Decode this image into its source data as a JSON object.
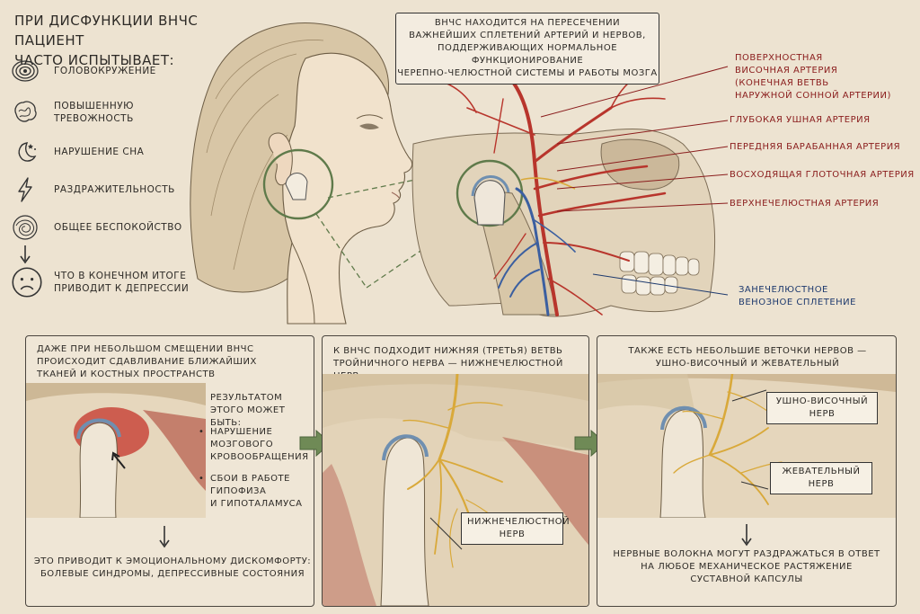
{
  "header": {
    "line1": "При дисфункции ВНЧС пациент",
    "line2": "часто испытывает:"
  },
  "symptoms": [
    {
      "icon": "spiral-dizziness-icon",
      "label": "головокружение"
    },
    {
      "icon": "tangled-brain-icon",
      "label": "повышенную тревожность"
    },
    {
      "icon": "moon-stars-icon",
      "label": "нарушение сна"
    },
    {
      "icon": "lightning-icon",
      "label": "раздражительность"
    },
    {
      "icon": "tangle-knot-icon",
      "label": "общее беспокойство"
    }
  ],
  "conclusion": {
    "icon": "sad-face-icon",
    "line1": "что в конечном итоге",
    "line2": "приводит к депрессии"
  },
  "intro_box": {
    "line1": "ВНЧС находится на пересечении",
    "line2": "важнейших сплетений артерий и нервов,",
    "line3": "поддерживающих нормальное функционирование",
    "line4": "черепно-челюстной системы и работы мозга"
  },
  "arteries": [
    {
      "line1": "Поверхностная",
      "line2": "височная артерия",
      "line3": "(конечная ветвь",
      "line4": "наружной сонной артерии)"
    },
    {
      "line1": "Глубокая ушная артерия"
    },
    {
      "line1": "Передняя барабанная артерия"
    },
    {
      "line1": "Восходящая глоточная артерия"
    },
    {
      "line1": "Верхнечелюстная артерия"
    }
  ],
  "vein": {
    "line1": "Занечелюстное",
    "line2": "венозное сплетение"
  },
  "panel1": {
    "title1": "Даже при небольшом смещении ВНЧС",
    "title2": "происходит сдавливание ближайших",
    "title3": "тканей и костных пространств",
    "result1": "результатом",
    "result2": "этого может быть:",
    "bullets": [
      {
        "line1": "нарушение",
        "line2": "мозгового",
        "line3": "кровообращения"
      },
      {
        "line1": "сбои в работе",
        "line2": "гипофиза",
        "line3": "и гипоталамуса"
      }
    ],
    "footer1": "Это приводит к эмоциональному дискомфорту:",
    "footer2": "болевые синдромы, депрессивные состояния"
  },
  "panel2": {
    "title1": "К ВНЧС подходит нижняя (третья) ветвь",
    "title2": "тройничного нерва — нижнечелюстной нерв",
    "label1": "Нижнечелюстной",
    "label2": "нерв"
  },
  "panel3": {
    "title1": "Также есть небольшие веточки нервов —",
    "title2": "ушно-височный и жевательный",
    "label_a1": "Ушно-височный",
    "label_a2": "нерв",
    "label_b1": "Жевательный",
    "label_b2": "нерв",
    "footer1": "нервные волокна могут раздражаться в ответ",
    "footer2": "на любое механическое растяжение",
    "footer3": "суставной капсулы"
  },
  "colors": {
    "background": "#ede3d1",
    "artery": "#b8352c",
    "vein": "#3b5fa0",
    "nerve": "#d9a93a",
    "arrow_green": "#6f8a56",
    "circle_green": "#5f7a4a"
  }
}
